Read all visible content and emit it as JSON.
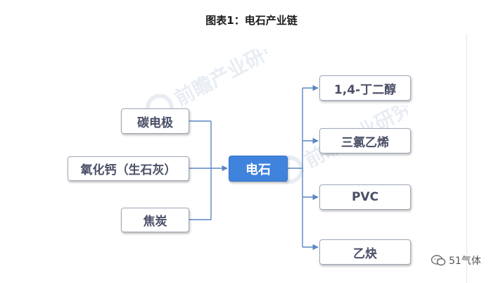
{
  "title": "图表1：电石产业链",
  "inputs": [
    "碳电极",
    "氧化钙（生石灰）",
    "焦炭"
  ],
  "center": "电石",
  "outputs": [
    "1,4-丁二醇",
    "三氯乙烯",
    "PVC",
    "乙炔"
  ],
  "footer_text": "51气体",
  "watermark_text": "前瞻产业研究院",
  "colors": {
    "center_fill": "#3f83dd",
    "connector": "#5c86c2",
    "box_text": "#4a4f66"
  }
}
